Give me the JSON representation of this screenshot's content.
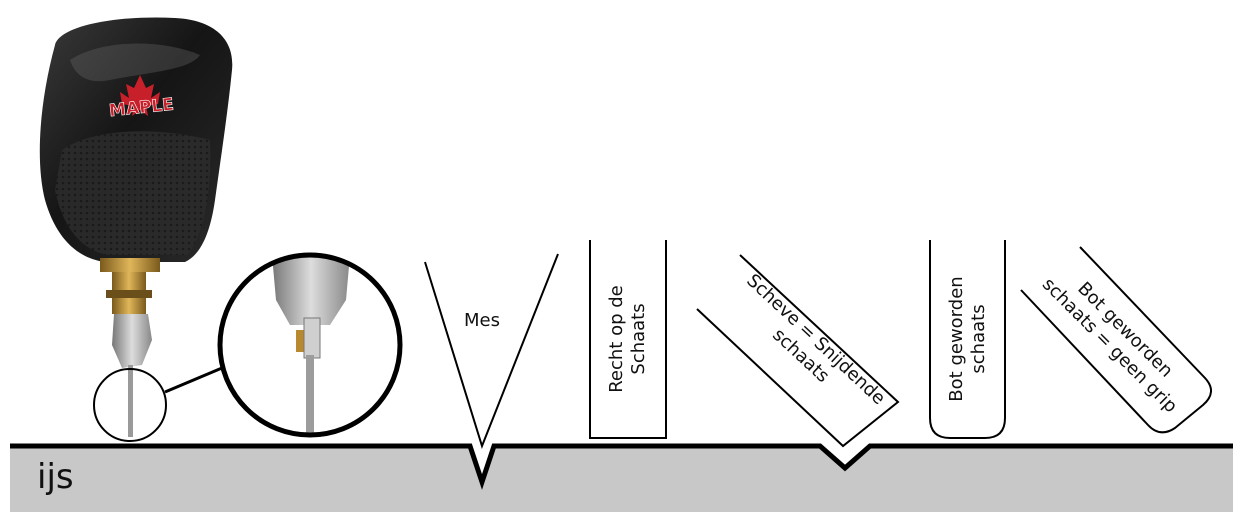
{
  "ice_label": "ijs",
  "blade_labels": {
    "mes": "Mes",
    "recht_line1": "Recht op de",
    "recht_line2": "Schaats",
    "scheve_line1": "Scheve = Snijdende",
    "scheve_line2": "schaats",
    "bot_line1": "Bot geworden",
    "bot_line2": "schaats",
    "botgrip_line1": "Bot geworden",
    "botgrip_line2": "schaats = geen grip"
  },
  "skate_logo_text": "MAPLE",
  "colors": {
    "ice": "#c8c8c8",
    "line": "#000000",
    "boot": "#1e1e1e",
    "brass": "#b8892e",
    "logo_red": "#c8202a"
  }
}
